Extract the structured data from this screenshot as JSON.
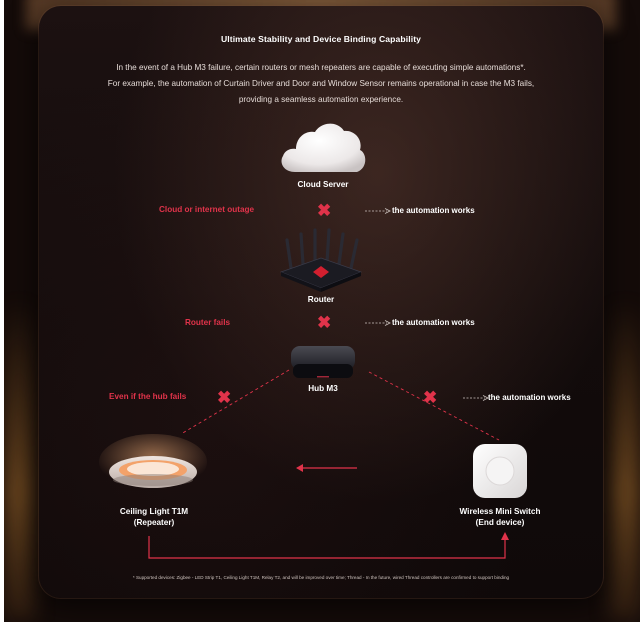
{
  "title": "Ultimate Stability and Device Binding Capability",
  "intro": {
    "line1": "In the event of a Hub M3 failure, certain routers or mesh repeaters are capable of executing simple automations*.",
    "line2": "For example, the automation of Curtain Driver and Door and Window Sensor remains operational in case the M3 fails,",
    "line3": "providing a seamless automation experience."
  },
  "devices": {
    "cloud": "Cloud Server",
    "router": "Router",
    "hub": "Hub M3",
    "ceiling_line1": "Ceiling Light T1M",
    "ceiling_line2": "(Repeater)",
    "switch_line1": "Wireless Mini Switch",
    "switch_line2": "(End device)"
  },
  "failures": {
    "cloud": "Cloud or internet outage",
    "router": "Router fails",
    "hub": "Even if the hub fails"
  },
  "result": {
    "cloud": "the automation works",
    "router": "the automation works",
    "hub": "the automation works"
  },
  "footnote": "* Supported devices: Zigbee - LED Strip T1, Ceiling Light T1M, Relay T2, and will be improved over time; Thread - In the future, wired Thread controllers are confirmed to support binding",
  "colors": {
    "accent_red": "#e0334a",
    "background": "#140b09"
  },
  "icons": [
    "cloud-icon",
    "router-icon",
    "hub-icon",
    "ceiling-light-icon",
    "mini-switch-icon",
    "x-mark-icon",
    "arrow-icon"
  ]
}
